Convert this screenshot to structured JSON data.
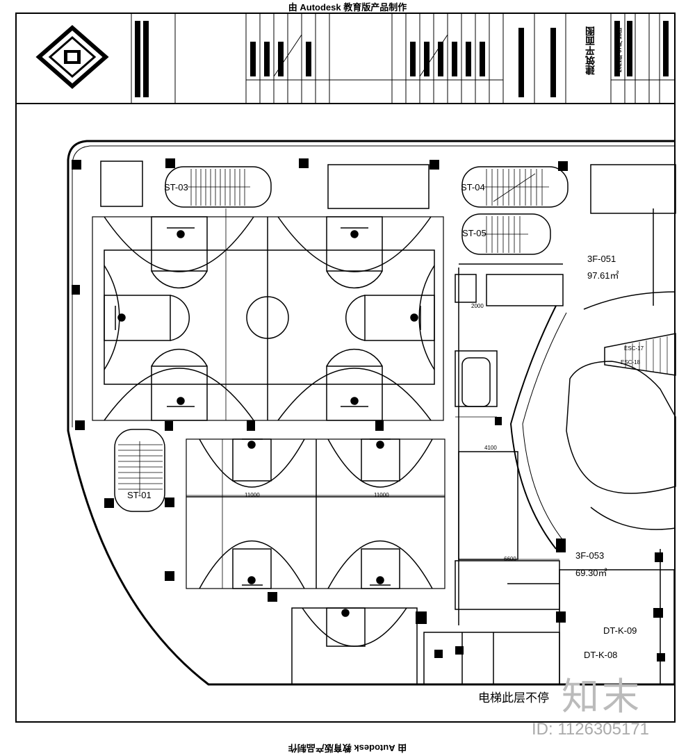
{
  "banner": {
    "top": "由 Autodesk 教育版产品制作",
    "bottom": "由 Autodesk 教育版产品制作"
  },
  "title_block": {
    "drawing_name": "建筑平面图",
    "date": "2021年 07月 13日"
  },
  "labels": {
    "st01": "ST-01",
    "st03": "ST-03",
    "st04": "ST-04",
    "st05": "ST-05",
    "room051": "3F-051",
    "area051": "97.61㎡",
    "room053": "3F-053",
    "area053": "69.30㎡",
    "dtk09": "DT-K-09",
    "dtk08": "DT-K-08",
    "esc17": "ESC-17",
    "esc18": "ESC-18",
    "dim_11000a": "11000",
    "dim_11000b": "11000",
    "dim_2000": "2000",
    "dim_4100": "4100",
    "dim_6600": "6600"
  },
  "note": "电梯此层不停",
  "watermark": {
    "logo": "知末",
    "id": "ID: 1126305171"
  },
  "colors": {
    "line": "#000000",
    "watermark": "#bbbbbb"
  }
}
